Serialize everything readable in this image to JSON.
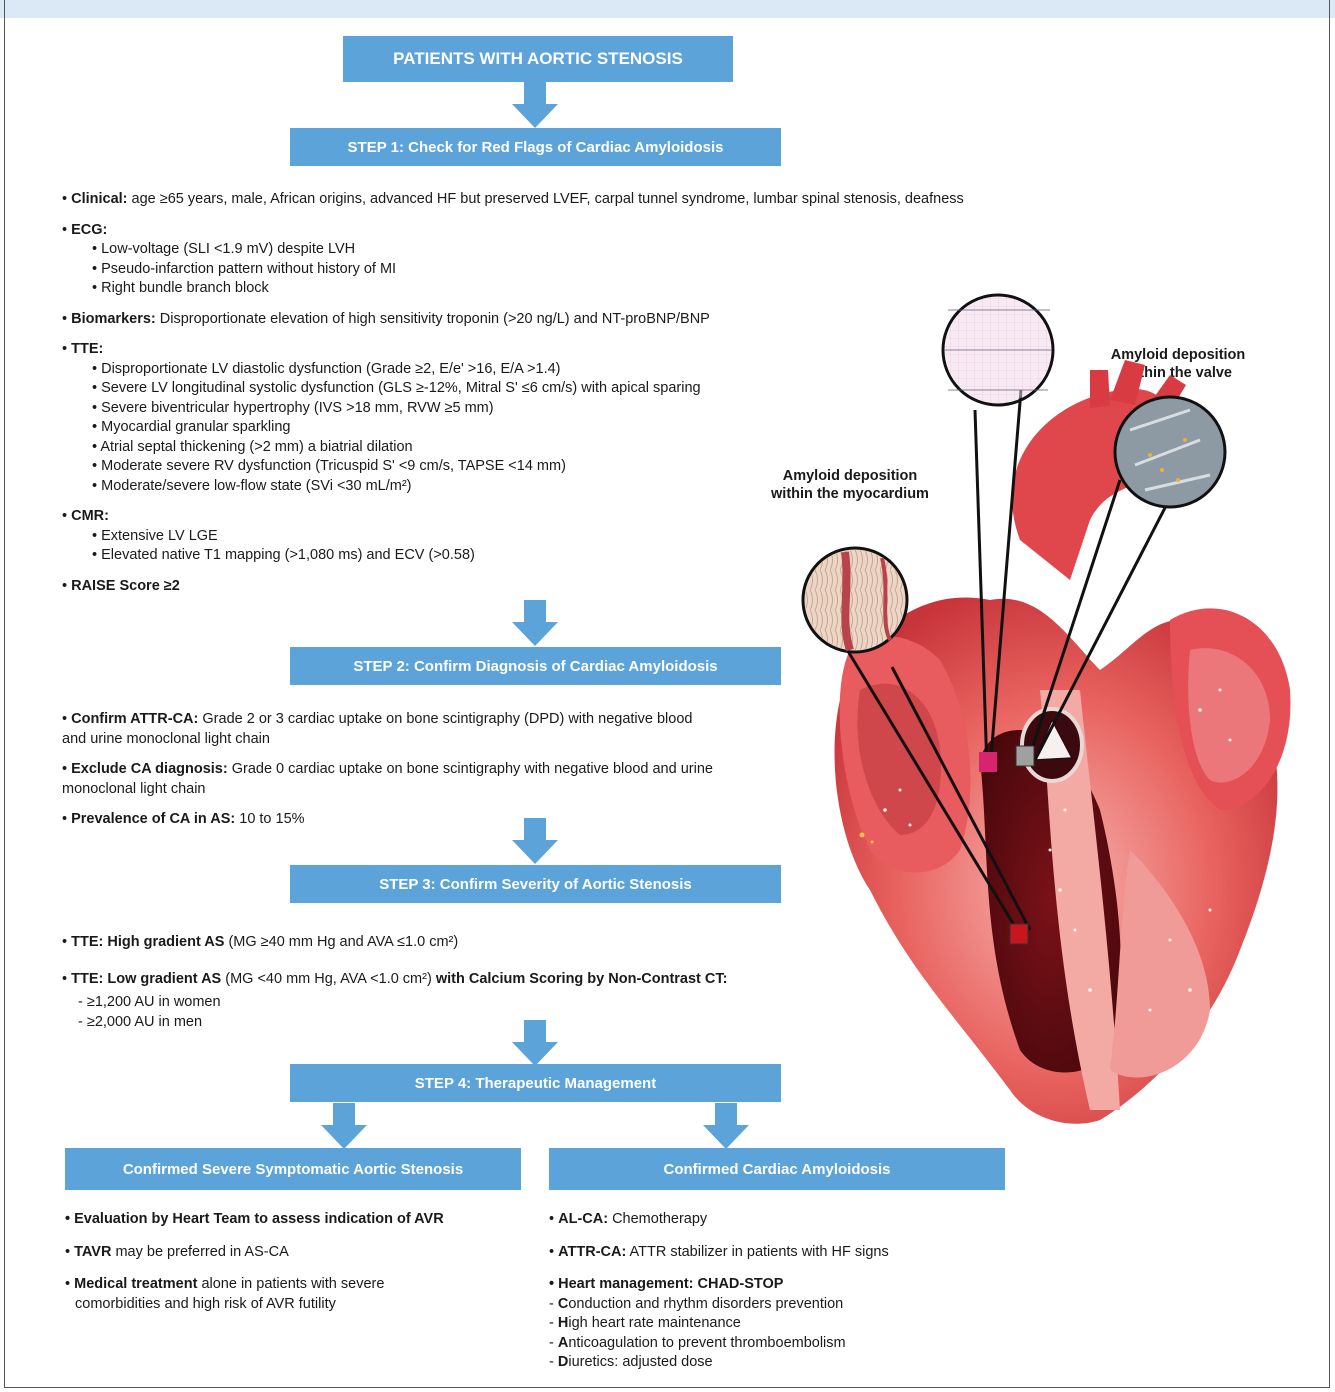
{
  "main_title": "PATIENTS WITH AORTIC STENOSIS",
  "step1": {
    "title": "STEP 1: Check for Red Flags of Cardiac Amyloidosis",
    "clinical_label": "Clinical:",
    "clinical_text": "age ≥65 years, male, African origins, advanced HF but preserved LVEF, carpal tunnel syndrome, lumbar spinal stenosis, deafness",
    "ecg_label": "ECG:",
    "ecg_items": [
      "Low-voltage (SLI <1.9 mV) despite LVH",
      "Pseudo-infarction pattern without history of MI",
      "Right bundle branch block"
    ],
    "biomarkers_label": "Biomarkers:",
    "biomarkers_text": "Disproportionate elevation of high sensitivity troponin (>20 ng/L) and NT-proBNP/BNP",
    "tte_label": "TTE:",
    "tte_items": [
      "Disproportionate LV diastolic dysfunction (Grade ≥2, E/e' >16, E/A >1.4)",
      "Severe LV longitudinal systolic dysfunction (GLS ≥-12%, Mitral S' ≤6 cm/s) with apical sparing",
      "Severe biventricular hypertrophy (IVS >18 mm, RVW ≥5 mm)",
      "Myocardial granular sparkling",
      "Atrial septal thickening (>2 mm) a biatrial dilation",
      "Moderate severe RV dysfunction (Tricuspid S' <9 cm/s, TAPSE <14 mm)",
      "Moderate/severe low-flow state (SVi <30 mL/m²)"
    ],
    "cmr_label": "CMR:",
    "cmr_items": [
      "Extensive LV LGE",
      "Elevated native T1 mapping (>1,080 ms) and ECV (>0.58)"
    ],
    "raise_label": "RAISE Score ≥2"
  },
  "step2": {
    "title": "STEP 2: Confirm Diagnosis of Cardiac Amyloidosis",
    "confirm_label": "Confirm ATTR-CA:",
    "confirm_text_1": "Grade 2 or 3 cardiac uptake on bone scintigraphy (DPD) with negative blood",
    "confirm_text_2": "and urine monoclonal light chain",
    "exclude_label": "Exclude CA diagnosis:",
    "exclude_text_1": "Grade 0 cardiac uptake on bone scintigraphy with negative blood and urine",
    "exclude_text_2": "monoclonal light chain",
    "prevalence_label": "Prevalence of CA in AS:",
    "prevalence_text": "10 to 15%"
  },
  "step3": {
    "title": "STEP 3: Confirm Severity of Aortic Stenosis",
    "high_label": "TTE: High gradient AS",
    "high_text": "(MG ≥40 mm Hg and AVA ≤1.0 cm²)",
    "low_label": "TTE: Low gradient AS",
    "low_text": "(MG <40 mm Hg, AVA <1.0 cm²)",
    "low_suffix": "with Calcium Scoring by Non-Contrast CT:",
    "thresholds": [
      "- ≥1,200 AU in women",
      "- ≥2,000 AU in men"
    ]
  },
  "step4": {
    "title": "STEP 4: Therapeutic Management",
    "left_title": "Confirmed Severe Symptomatic Aortic Stenosis",
    "left_eval": "Evaluation by Heart Team to assess indication of AVR",
    "left_tavr_label": "TAVR",
    "left_tavr_text": "may be preferred in AS-CA",
    "left_med_label": "Medical treatment",
    "left_med_text": "alone in patients with severe",
    "left_med_text_2": "comorbidities and high risk of AVR futility",
    "right_title": "Confirmed Cardiac Amyloidosis",
    "al_label": "AL-CA:",
    "al_text": "Chemotherapy",
    "attr_label": "ATTR-CA:",
    "attr_text": "ATTR stabilizer in patients with HF signs",
    "heart_label": "Heart management: CHAD-STOP",
    "chad_items": [
      {
        "letter": "C",
        "rest": "onduction and rhythm disorders prevention"
      },
      {
        "letter": "H",
        "rest": "igh heart rate maintenance"
      },
      {
        "letter": "A",
        "rest": "nticoagulation to prevent thromboembolism"
      },
      {
        "letter": "D",
        "rest": "iuretics: adjusted dose"
      }
    ]
  },
  "illustration": {
    "valve_label": "Amyloid deposition within the valve",
    "myo_label": "Amyloid deposition within the myocardium"
  },
  "colors": {
    "box": "#5ba3d9",
    "heart": "#d9424a",
    "pink_marker": "#d6256e",
    "red_marker": "#c8161d"
  }
}
